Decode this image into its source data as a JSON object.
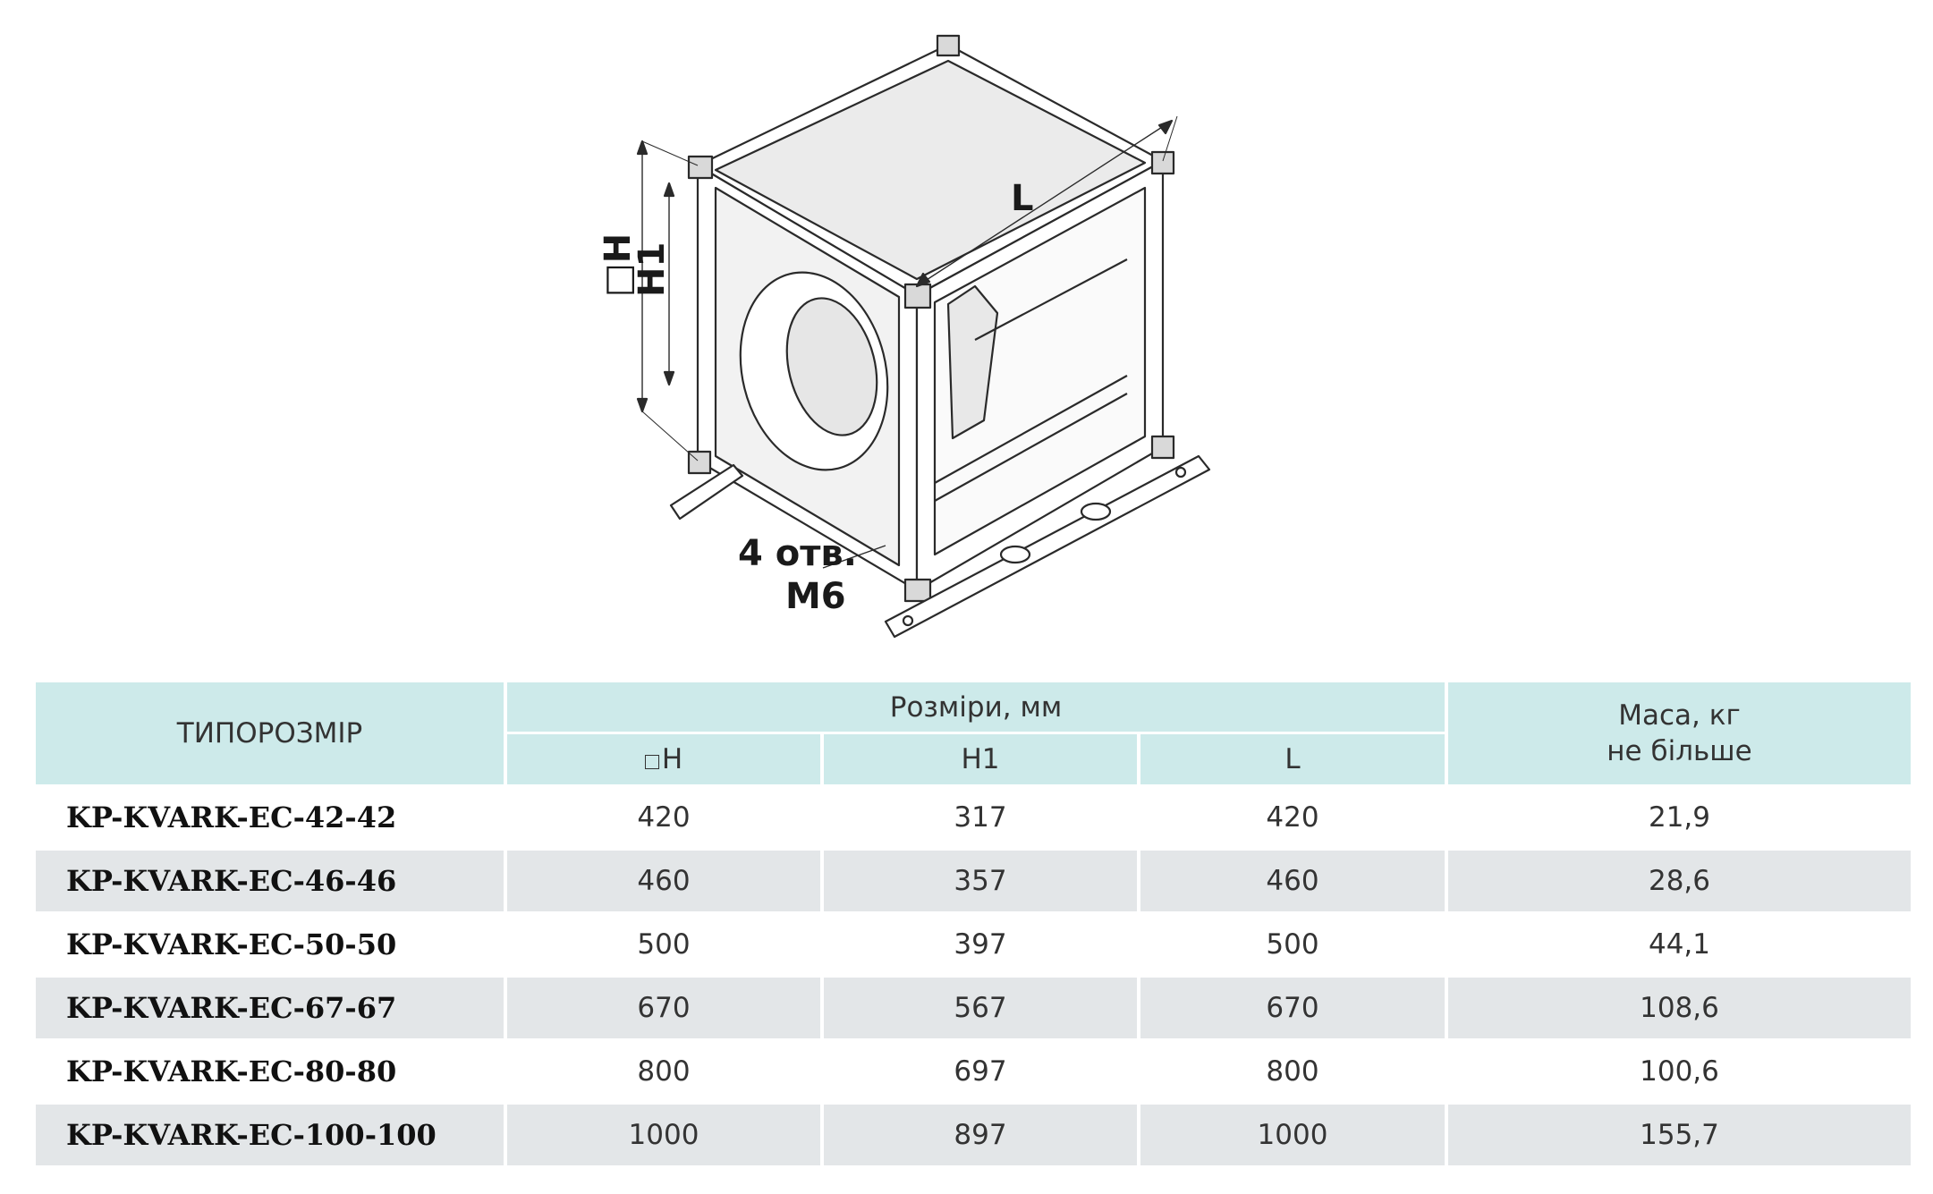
{
  "drawing": {
    "dim_square": "□H",
    "dim_h1": "H1",
    "dim_l": "L",
    "holes_line1": "4 отв.",
    "holes_line2": "M6"
  },
  "table": {
    "header": {
      "size": "ТИПОРОЗМІР",
      "dims": "Розміри, мм",
      "col_h": "H",
      "col_h1": "H1",
      "col_l": "L",
      "mass_line1": "Маса, кг",
      "mass_line2": "не більше"
    },
    "rows": [
      {
        "model": "KP-KVARK-EC-42-42",
        "h": "420",
        "h1": "317",
        "l": "420",
        "mass": "21,9"
      },
      {
        "model": "KP-KVARK-EC-46-46",
        "h": "460",
        "h1": "357",
        "l": "460",
        "mass": "28,6"
      },
      {
        "model": "KP-KVARK-EC-50-50",
        "h": "500",
        "h1": "397",
        "l": "500",
        "mass": "44,1"
      },
      {
        "model": "KP-KVARK-EC-67-67",
        "h": "670",
        "h1": "567",
        "l": "670",
        "mass": "108,6"
      },
      {
        "model": "KP-KVARK-EC-80-80",
        "h": "800",
        "h1": "697",
        "l": "800",
        "mass": "100,6"
      },
      {
        "model": "KP-KVARK-EC-100-100",
        "h": "1000",
        "h1": "897",
        "l": "1000",
        "mass": "155,7"
      }
    ]
  },
  "colors": {
    "header_bg": "#cdeaea",
    "row_shade": "#e3e6e8"
  }
}
